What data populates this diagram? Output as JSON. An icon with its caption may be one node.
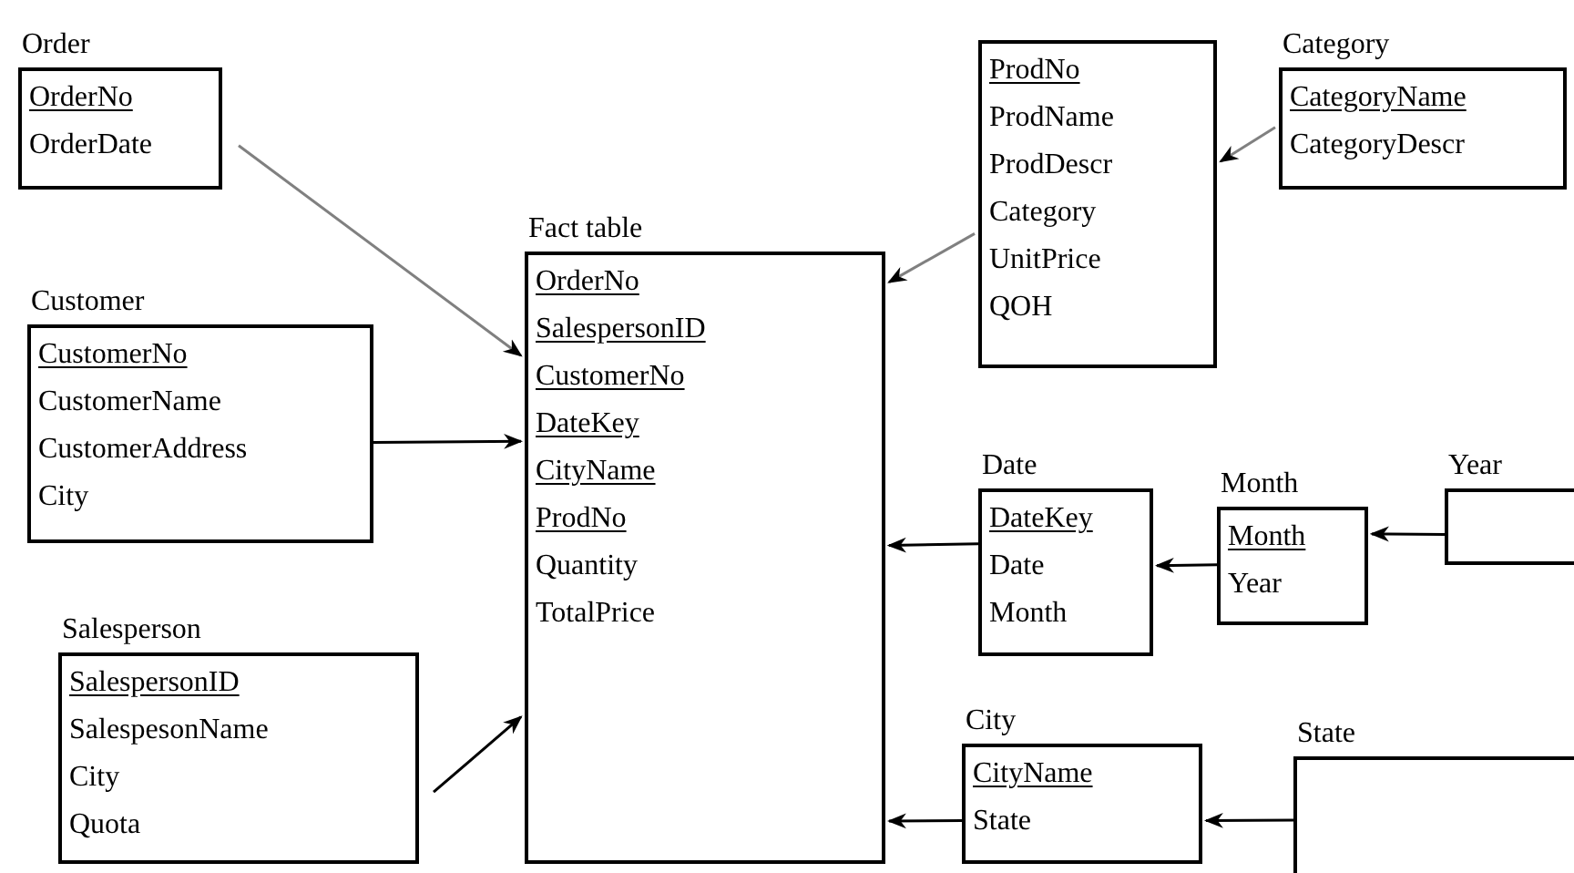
{
  "diagram": {
    "nodes": [
      {
        "text": [
          "Order",
          "OrderNo",
          "OrderDate"
        ]
      },
      {
        "text": [
          "Customer",
          "CustomerNo",
          "CustomerName",
          "CustomerAddress",
          "City"
        ]
      },
      {
        "text": [
          "Salesperson",
          "SalespersonID",
          "SalespesonName",
          "City",
          "Quota"
        ]
      },
      {
        "text": [
          "Fact table",
          "OrderNo",
          "SalespersonID",
          "CustomerNo",
          "DateKey",
          "CityName",
          "ProdNo",
          "Quantity",
          "TotalPrice"
        ]
      },
      {
        "text": [
          "ProdNo",
          "ProdName",
          "ProdDescr",
          "Category",
          "UnitPrice",
          "QOH"
        ]
      },
      {
        "text": [
          "Category",
          "CategoryName",
          "CategoryDescr"
        ]
      },
      {
        "text": [
          "Date",
          "DateKey",
          "Date",
          "Month"
        ]
      },
      {
        "text": [
          "Month",
          "Month",
          "Year"
        ]
      },
      {
        "text": [
          "Year"
        ]
      },
      {
        "text": [
          "City",
          "CityName",
          "State"
        ]
      },
      {
        "text": [
          "State"
        ]
      }
    ],
    "edges": [
      {
        "from": 0,
        "to": 3,
        "arrow": "to",
        "color": "#808080"
      },
      {
        "from": 1,
        "to": 3,
        "arrow": "to"
      },
      {
        "from": 2,
        "to": 3,
        "arrow": "to"
      },
      {
        "from": 4,
        "to": 3,
        "arrow": "to",
        "color": "#808080"
      },
      {
        "from": 5,
        "to": 4,
        "arrow": "to",
        "color": "#808080"
      },
      {
        "from": 6,
        "to": 3,
        "arrow": "to"
      },
      {
        "from": 7,
        "to": 6,
        "arrow": "to"
      },
      {
        "from": 8,
        "to": 7,
        "arrow": "to"
      },
      {
        "from": 9,
        "to": 3,
        "arrow": "to"
      },
      {
        "from": 10,
        "to": 9,
        "arrow": "to"
      }
    ]
  }
}
